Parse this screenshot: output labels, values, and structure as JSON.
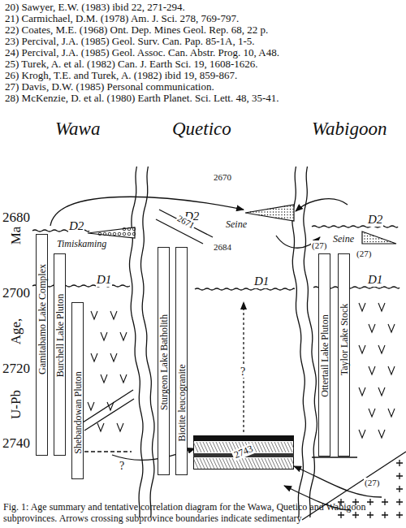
{
  "diagram": {
    "caption": "Fig. 1: Age summary and tentative correlation diagram for the Wawa, Quetico and Wabigoon subprovinces. Arrows crossing subprovince boundaries indicate sedimentary",
    "nodes": [
      {
        "text": [
          "Gamitabamo Lake Complex"
        ]
      },
      {
        "text": [
          "Burchell Lake Pluton"
        ]
      },
      {
        "text": [
          "Shebandowan Pluton"
        ]
      },
      {
        "text": [
          "Sturgeon Lake Batholith"
        ]
      },
      {
        "text": [
          "Biotite leucogranite"
        ]
      },
      {
        "text": [
          "Ottertail Lake Pluton"
        ]
      },
      {
        "text": [
          "Taylor Lake Stock"
        ]
      },
      {
        "text": [
          "Timiskaming"
        ]
      },
      {
        "text": [
          "Seine"
        ]
      },
      {
        "text": [
          "Seine"
        ]
      },
      {
        "text": [
          "2743"
        ]
      }
    ],
    "labels": [
      "20) Sawyer, E.W. (1983) ibid 22, 271-294.",
      "21) Carmichael, D.M. (1978) Am. J. Sci. 278, 769-797.",
      "22) Coates, M.E. (1968) Ont. Dep. Mines Geol. Rep. 68, 22 p.",
      "23) Percival, J.A. (1985) Geol. Surv. Can. Pap. 85-1A, 1-5.",
      "24) Percival, J.A. (1985) Geol. Assoc. Can. Abstr. Prog. 10, A48.",
      "25) Turek, A. et al. (1982) Can. J. Earth Sci. 19, 1608-1626.",
      "26) Krogh, T.E. and Turek, A. (1982) ibid 19, 859-867.",
      "27) Davis, D.W. (1985) Personal communication.",
      "28) McKenzie, D. et al. (1980) Earth Planet. Sci. Lett. 48, 35-41.",
      "Wawa",
      "Quetico",
      "Wabigoon",
      "2670",
      "2680",
      "D2",
      "D2",
      "D2",
      "Ma",
      "2671",
      "2684",
      "(27)",
      "(27)",
      "2700",
      "D1",
      "D1",
      "D1",
      "Age,",
      "?",
      "2720",
      "U-Pb",
      "2740",
      "?",
      "(27)"
    ]
  }
}
